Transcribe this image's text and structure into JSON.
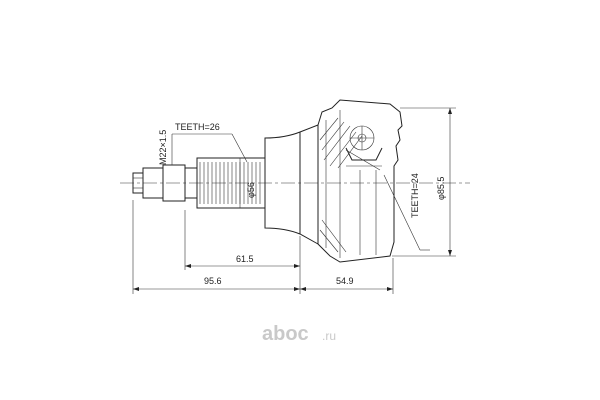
{
  "labels": {
    "thread": "M22×1.5",
    "teeth_outer": "TEETH=26",
    "diameter_shaft": "φ56",
    "teeth_inner": "TEETH=24",
    "diameter_housing": "φ85.5",
    "dim_shaft_len": "61.5",
    "dim_total_stub": "95.6",
    "dim_housing": "54.9"
  },
  "watermark": {
    "brand": "aboc",
    "domain": ".ru"
  },
  "colors": {
    "line": "#222222",
    "watermark": "#c9c9c9"
  }
}
